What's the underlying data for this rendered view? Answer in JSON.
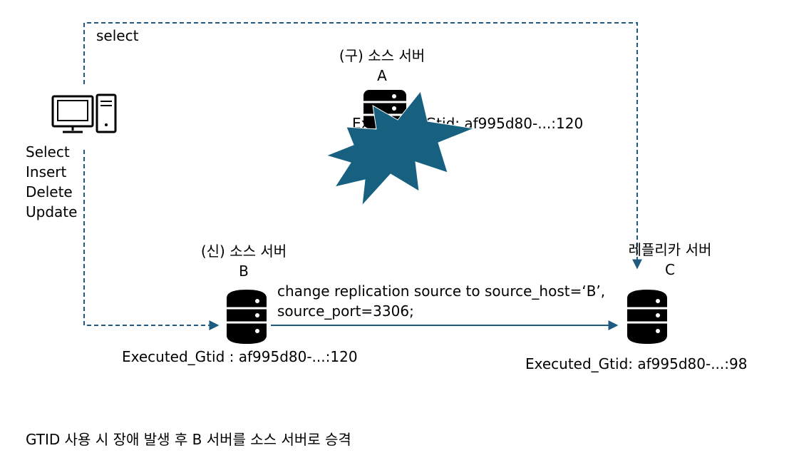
{
  "client": {
    "select_path_label": "select",
    "operations": [
      "Select",
      "Insert",
      "Delete",
      "Update"
    ]
  },
  "server_a": {
    "title": "(구) 소스 서버",
    "letter": "A",
    "gtid": "Executed_Gtid: af995d80-...:120",
    "status": "failed"
  },
  "server_b": {
    "title": "(신) 소스 서버",
    "letter": "B",
    "gtid": "Executed_Gtid : af995d80-...:120"
  },
  "server_c": {
    "title": "레플리카 서버",
    "letter": "C",
    "gtid": "Executed_Gtid: af995d80-...:98"
  },
  "replication_command": {
    "line1": "change replication source to source_host=‘B’,",
    "line2": "source_port=3306;"
  },
  "caption": "GTID 사용 시 장애 발생 후 B 서버를 소스 서버로 승격",
  "colors": {
    "arrow": "#1f5a80",
    "burst": "#17607f",
    "icon": "#000000"
  }
}
